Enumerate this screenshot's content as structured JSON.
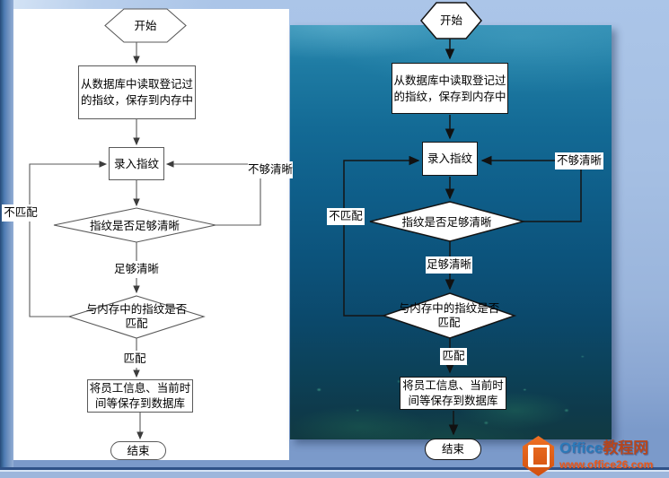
{
  "flowchart": {
    "start": "开始",
    "read_db_line1": "从数据库中读取登记过",
    "read_db_line2": "的指纹，保存到内存中",
    "input_fp": "录入指纹",
    "q_clear": "指纹是否足够清晰",
    "label_clear_yes": "足够清晰",
    "label_clear_no": "不够清晰",
    "q_match_line1": "与内存中的指纹是否",
    "q_match_line2": "匹配",
    "label_match_yes": "匹配",
    "label_match_no": "不匹配",
    "save_line1": "将员工信息、当前时",
    "save_line2": "间等保存到数据库",
    "end": "结束"
  },
  "watermark": {
    "site_name_en": "Office",
    "site_name_cn": "教程网",
    "url": "www.office26.com"
  },
  "colors": {
    "accent_orange": "#e8581c",
    "brand_blue": "#2b79b8",
    "slide_bg": "#a5bfe3",
    "ocean_top": "#2f8cb2",
    "ocean_bottom": "#113a42",
    "connector_left": "#5a5a5a",
    "connector_right": "#141414"
  }
}
